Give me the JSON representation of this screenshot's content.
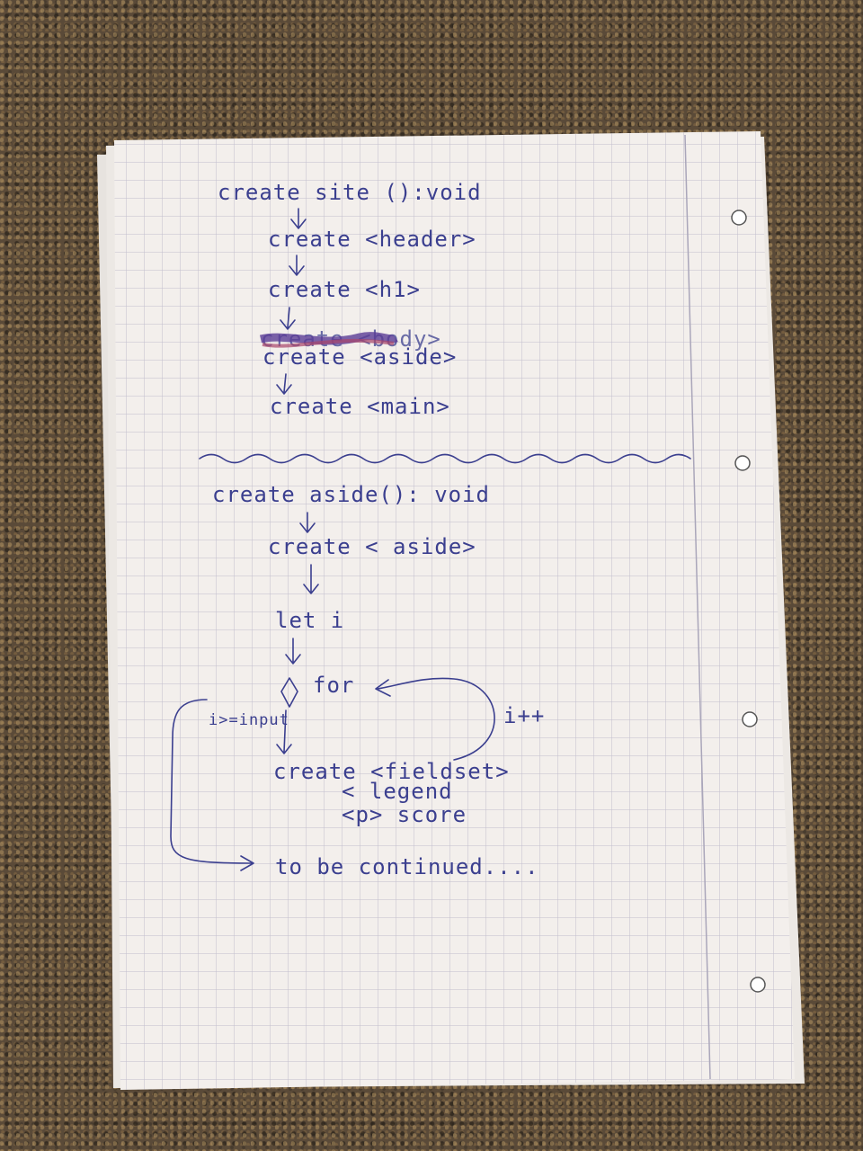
{
  "photo": {
    "subject": "hand-drawn flowchart on grid paper",
    "colors": {
      "ink": "#3b3f8f",
      "paper": "#f3efec",
      "grid": "#b9b5c8",
      "carpet": "#5a4a38"
    }
  },
  "flow_top": {
    "title": "create site ():void",
    "steps": [
      "create <header>",
      "create <h1>",
      "create <aside>",
      "create <main>"
    ],
    "scribbled": "create <body>"
  },
  "flow_bottom": {
    "title": "create aside(): void",
    "step_create_aside": "create < aside>",
    "step_let": "let i",
    "loop_keyword": "for",
    "loop_exit_condition": "i>=input",
    "loop_increment": "i++",
    "loop_body": [
      "create <fieldset>",
      "< legend",
      "<p> score"
    ],
    "footer": "to be continued...."
  }
}
